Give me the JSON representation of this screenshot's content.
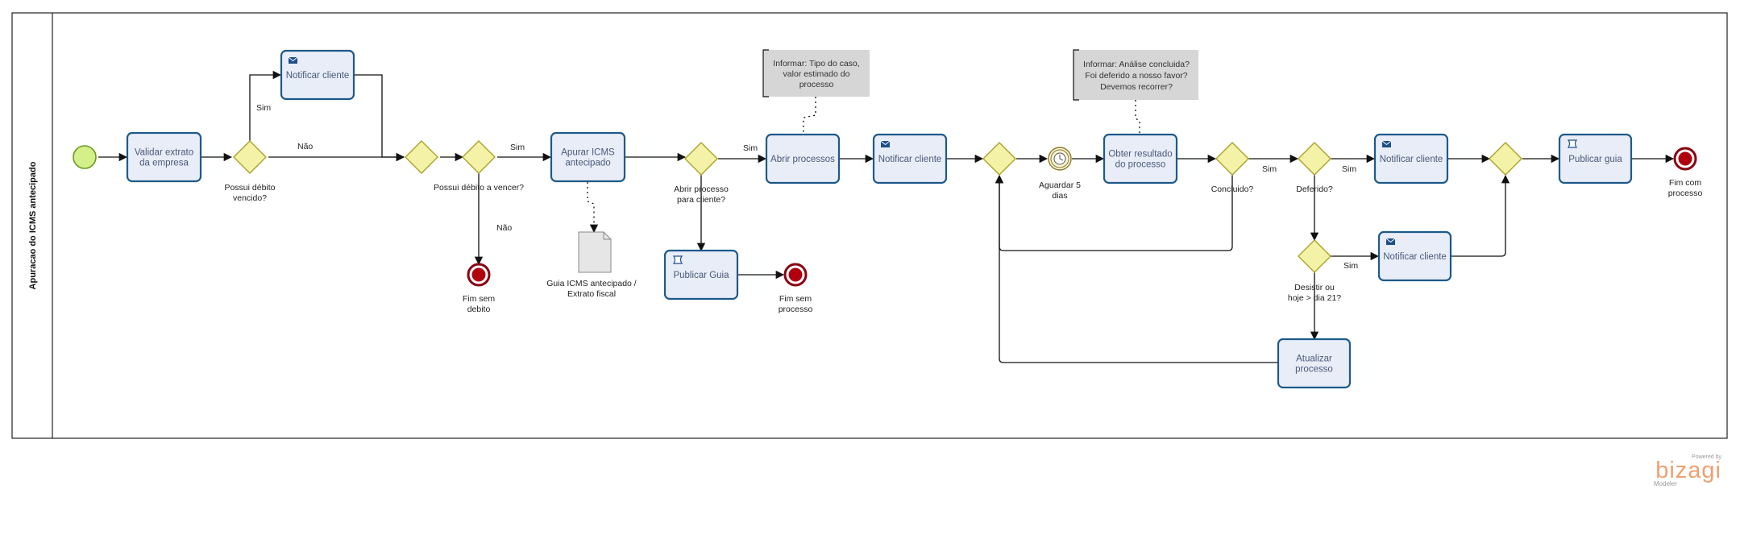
{
  "pool": {
    "title": "Apuracao do ICMS antecipado"
  },
  "tasks": {
    "validar": [
      "Validar extrato",
      "da empresa"
    ],
    "notificar1": [
      "Notificar cliente"
    ],
    "apurar": [
      "Apurar ICMS",
      "antecipado"
    ],
    "publicar_guia1": [
      "Publicar Guia"
    ],
    "abrir": [
      "Abrir processos"
    ],
    "notificar2": [
      "Notificar cliente"
    ],
    "obter": [
      "Obter resultado",
      "do processo"
    ],
    "notificar3": [
      "Notificar cliente"
    ],
    "notificar4": [
      "Notificar cliente"
    ],
    "atualizar": [
      "Atualizar",
      "processo"
    ],
    "publicar_guia2": [
      "Publicar guia"
    ]
  },
  "gateways": {
    "g1": [
      "Possui débito",
      "vencido?"
    ],
    "g3": [
      "Possui débito a vencer?"
    ],
    "g4": [
      "Abrir processo",
      "para cliente?"
    ],
    "g6": [
      "Concluido?"
    ],
    "g7": [
      "Deferido?"
    ],
    "g8": [
      "Desistir ou",
      "hoje > dia 21?"
    ]
  },
  "events": {
    "fim_sem_debito": [
      "Fim sem",
      "debito"
    ],
    "fim_sem_processo": [
      "Fim sem",
      "processo"
    ],
    "fim_com_processo": [
      "Fim com",
      "processo"
    ],
    "timer": [
      "Aguardar 5",
      "dias"
    ]
  },
  "flows": {
    "sim_g1": "Sim",
    "nao_g1": "Não",
    "sim_g3": "Sim",
    "nao_g3": "Não",
    "sim_g4": "Sim",
    "sim_g6": "Sim",
    "sim_g7": "Sim",
    "sim_g8": "Sim"
  },
  "annotations": {
    "a1": [
      "Informar: Tipo do caso,",
      "valor estimado do",
      "processo"
    ],
    "a2": [
      "Informar: Análise concluida?",
      "Foi deferido a nosso favor?",
      "Devemos recorrer?"
    ]
  },
  "artifacts": {
    "document": [
      "Guia ICMS antecipado /",
      "Extrato fiscal"
    ]
  },
  "watermark": {
    "powered": "Powered by",
    "brand": "bizagi",
    "product": "Modeler"
  },
  "colors": {
    "task_fill": "#e8edf8",
    "task_stroke": "#1d5a8a",
    "gateway_fill": "#f4f2a6",
    "gateway_stroke": "#a9a32a",
    "start_fill": "#d4f08a",
    "start_stroke": "#6a9a1a",
    "end_fill": "#b00010",
    "annotation_fill": "#d6d6d6",
    "brand": "#f0a070"
  }
}
